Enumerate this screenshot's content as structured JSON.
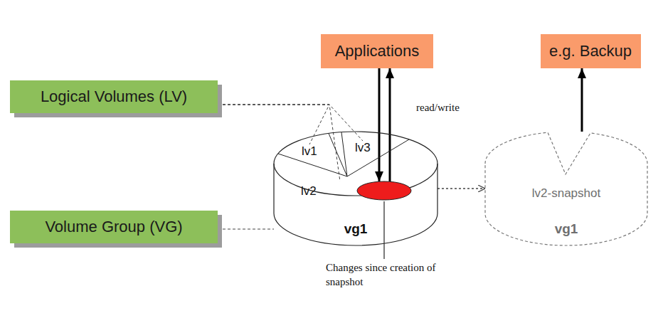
{
  "diagram": {
    "nodes": [
      {
        "text": [
          "Logical Volumes (LV)"
        ]
      },
      {
        "text": [
          "Volume Group (VG)"
        ]
      },
      {
        "text": [
          "Applications"
        ]
      },
      {
        "text": [
          "e.g. Backup"
        ]
      },
      {
        "text": [
          "vg1"
        ]
      },
      {
        "text": [
          "lv1"
        ],
        "in": 4
      },
      {
        "text": [
          "lv3"
        ],
        "in": 4
      },
      {
        "text": [
          "lv2"
        ],
        "in": 4
      },
      {
        "text": [
          "lv2-snapshot",
          "vg1"
        ]
      }
    ],
    "edges": [
      {
        "from": 0,
        "to": 5,
        "arrow": "none"
      },
      {
        "from": 0,
        "to": 6,
        "arrow": "none"
      },
      {
        "from": 0,
        "to": 7,
        "arrow": "none"
      },
      {
        "from": 1,
        "to": 4,
        "arrow": "none"
      },
      {
        "from": 2,
        "to": 7,
        "arrow": "to"
      },
      {
        "from": 7,
        "to": 2,
        "arrow": "to",
        "label": "read/write"
      },
      {
        "from": 4,
        "to": 8,
        "arrow": "to"
      },
      {
        "from": 8,
        "to": 3,
        "arrow": "to"
      }
    ],
    "labels": [
      "Changes since creation of snapshot"
    ]
  }
}
